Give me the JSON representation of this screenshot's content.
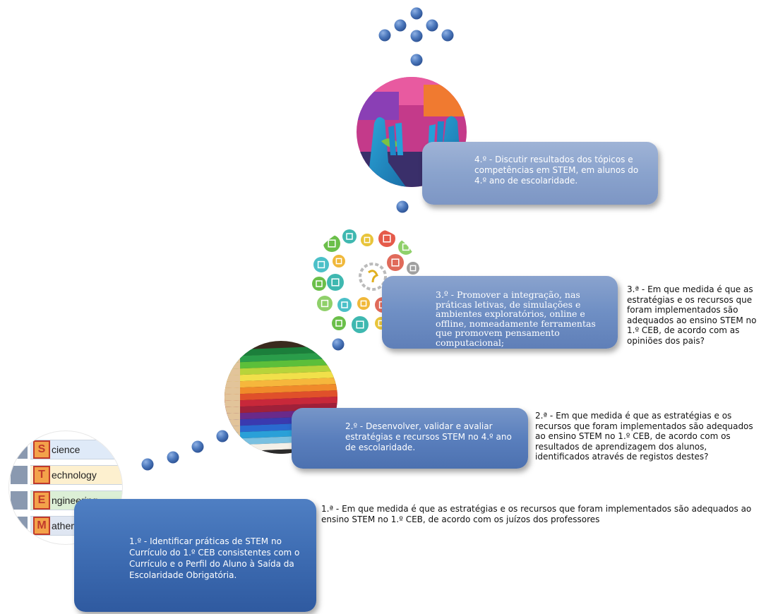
{
  "steps": [
    {
      "text": "1.º - Identificar práticas de STEM no Currículo do 1.º CEB consistentes com o Currículo e o Perfil do Aluno à Saída da Escolaridade Obrigatória."
    },
    {
      "text": "2.º - Desenvolver, validar e avaliar estratégias e recursos STEM no 4.º ano de escolaridade."
    },
    {
      "text": "3.º - Promover a integração, nas práticas letivas, de simulações e ambientes exploratórios, online e offline, nomeadamente ferramentas que promovem pensamento computacional;"
    },
    {
      "text": "4.º - Discutir resultados dos tópicos e competências em STEM, em alunos do 4.º ano de escolaridade."
    }
  ],
  "questions": [
    {
      "text": "1.ª - Em que medida é que as estratégias e os recursos que foram implementados são adequados ao ensino STEM no 1.º CEB, de acordo com os juízos dos professores"
    },
    {
      "text": "2.ª - Em que medida é que as estratégias e os recursos que foram implementados são adequados ao ensino STEM no 1.º CEB, de acordo com os resultados de aprendizagem dos alunos, identificados através de registos destes?"
    },
    {
      "text": "3.ª - Em que medida é que as estratégias e os recursos que foram implementados são adequados ao ensino STEM no 1.º CEB, de acordo com as opiniões dos pais?"
    }
  ],
  "stem_image": {
    "rows": [
      {
        "letter": "S",
        "rest": "cience",
        "color": "#dfeaf8"
      },
      {
        "letter": "T",
        "rest": "echnology",
        "color": "#fdf0cf"
      },
      {
        "letter": "E",
        "rest": "ngineering",
        "color": "#dcefd6"
      },
      {
        "letter": "M",
        "rest": "athemat",
        "color": "#dfe6f2"
      }
    ]
  },
  "colors": {
    "dot": "#4d79bd",
    "box1": "#3f6eb4",
    "box2": "#5a7fbd",
    "box3": "#6f8fc4",
    "box4": "#8aa3cd"
  }
}
